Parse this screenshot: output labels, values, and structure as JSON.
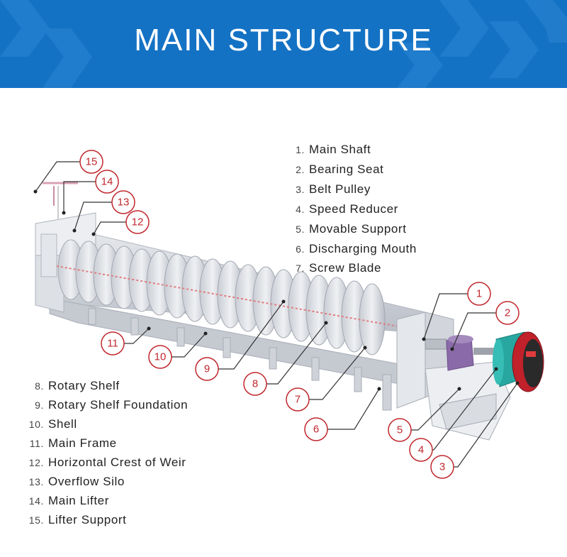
{
  "title": "MAIN STRUCTURE",
  "parts_right": [
    {
      "num": "1.",
      "label": "Main Shaft"
    },
    {
      "num": "2.",
      "label": "Bearing Seat"
    },
    {
      "num": "3.",
      "label": "Belt Pulley"
    },
    {
      "num": "4.",
      "label": "Speed Reducer"
    },
    {
      "num": "5.",
      "label": "Movable Support"
    },
    {
      "num": "6.",
      "label": "Discharging Mouth"
    },
    {
      "num": "7.",
      "label": "Screw Blade"
    }
  ],
  "parts_left": [
    {
      "num": "8.",
      "label": "Rotary Shelf"
    },
    {
      "num": "9.",
      "label": "Rotary Shelf Foundation"
    },
    {
      "num": "10.",
      "label": "Shell"
    },
    {
      "num": "11.",
      "label": "Main Frame"
    },
    {
      "num": "12.",
      "label": "Horizontal Crest of Weir"
    },
    {
      "num": "13.",
      "label": "Overflow Silo"
    },
    {
      "num": "14.",
      "label": "Main Lifter"
    },
    {
      "num": "15.",
      "label": "Lifter Support"
    }
  ],
  "callouts": [
    "1",
    "2",
    "3",
    "4",
    "5",
    "6",
    "7",
    "8",
    "9",
    "10",
    "11",
    "12",
    "13",
    "14",
    "15"
  ],
  "colors": {
    "header_blue": "#1472c4",
    "callout_red": "#c0272d",
    "machine_gray": "#d9dce2",
    "motor_teal": "#27a7a0",
    "pulley_red": "#c0212a",
    "reducer_purple": "#8a6aa8"
  }
}
